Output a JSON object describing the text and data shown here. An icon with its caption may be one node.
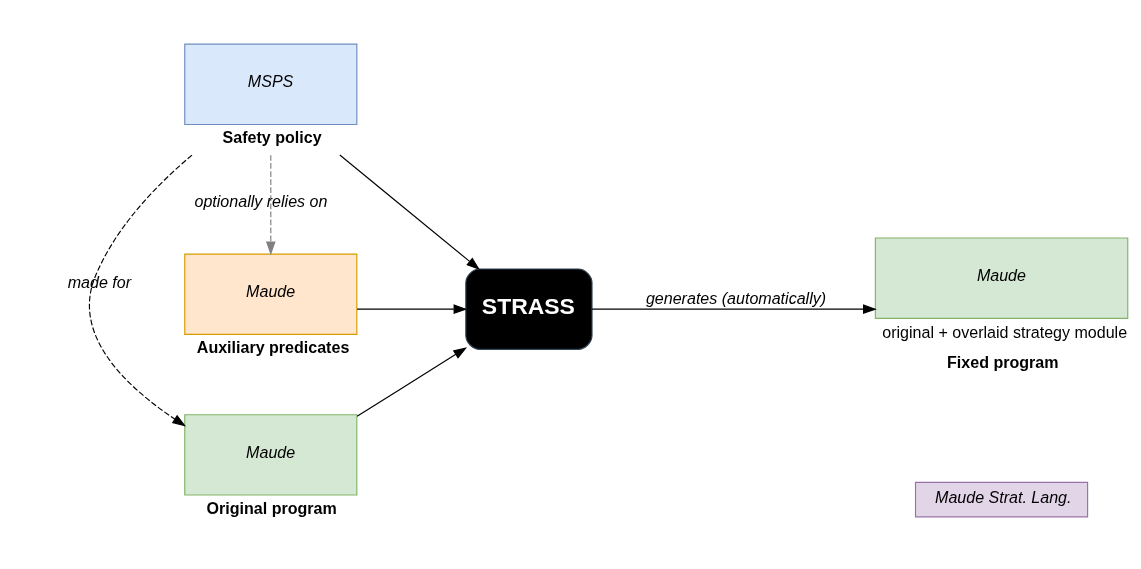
{
  "diagram": {
    "nodes": [
      {
        "text": [
          "Maude"
        ],
        "beside": [
          "Original program"
        ]
      },
      {
        "text": [
          "MSPS"
        ],
        "beside": [
          "Safety policy"
        ]
      },
      {
        "text": [
          "Maude"
        ],
        "beside": [
          "Auxiliary predicates"
        ]
      },
      {
        "text": [
          "STRASS"
        ]
      },
      {
        "text": [
          "Maude"
        ],
        "beside": [
          "original + overlaid strategy module",
          "Fixed program"
        ]
      },
      {
        "text": [
          "Maude Strat. Lang."
        ]
      }
    ],
    "edges": [
      {
        "from": 0,
        "to": 3,
        "arrow": "to"
      },
      {
        "from": 1,
        "to": 3,
        "arrow": "to"
      },
      {
        "from": 2,
        "to": 3,
        "arrow": "to"
      },
      {
        "from": 3,
        "to": 4,
        "arrow": "to",
        "label": "generates (automatically)"
      },
      {
        "from": 1,
        "to": 0,
        "arrow": "to",
        "style": "dashed",
        "label": "made for"
      },
      {
        "from": 1,
        "to": 2,
        "arrow": "to",
        "style": "dashed",
        "color": "#808080",
        "label": "optionally relies on"
      }
    ]
  }
}
